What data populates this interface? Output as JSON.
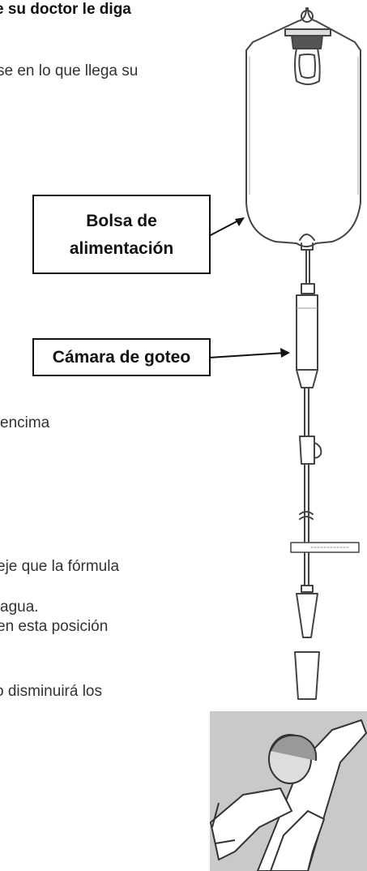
{
  "text_lines": [
    "e su doctor le diga",
    "se en lo que llega su",
    "encima",
    "eje que la fórmula",
    "agua.",
    "en esta posición",
    "o disminuirá los"
  ],
  "labels": {
    "bag_line1": "Bolsa de",
    "bag_line2": "alimentación",
    "drip": "Cámara de goteo"
  },
  "colors": {
    "ink": "#111111",
    "text": "#333333",
    "picture_bg": "#c9c9c9"
  },
  "icons": [
    "feeding-bag-icon",
    "drip-chamber-icon",
    "roller-clamp-icon",
    "tube-connector-icon",
    "reclined-patient-icon"
  ]
}
